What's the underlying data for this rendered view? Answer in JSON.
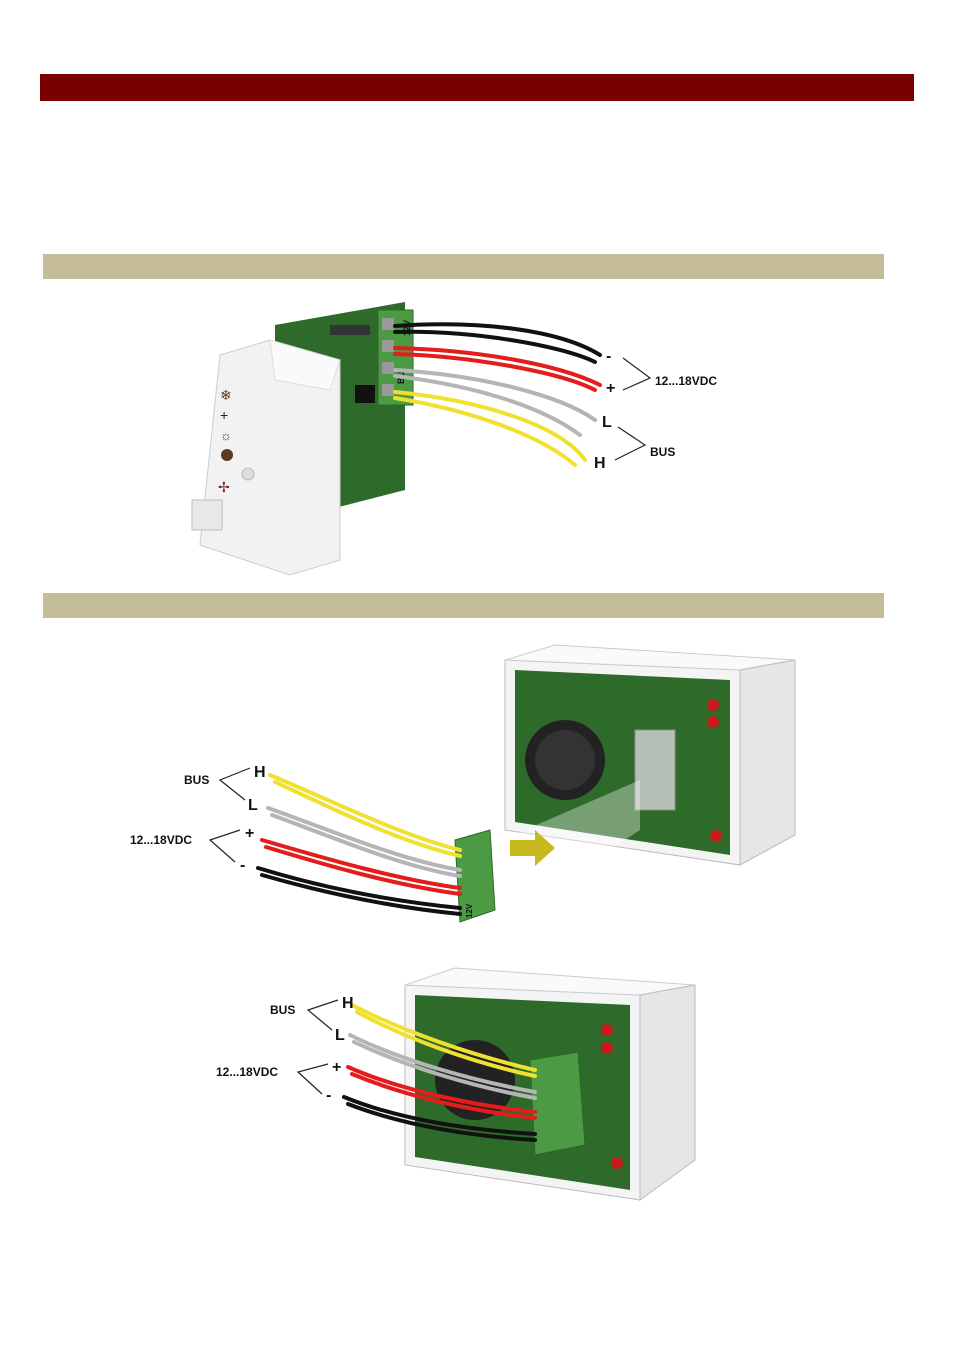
{
  "labels": {
    "minus": "-",
    "plus": "+",
    "L": "L",
    "H": "H",
    "voltage": "12...18VDC",
    "bus": "BUS"
  },
  "terminal": {
    "v12": "12V",
    "minus": "-",
    "plus": "+",
    "L": "L",
    "H": "H",
    "bus": "BU"
  },
  "colors": {
    "header_bar": "#7a0000",
    "section_bar": "#c5bd98",
    "pcb": "#2e6b2a",
    "terminal_block": "#4c9a44",
    "wire_black": "#111111",
    "wire_red": "#e51c1c",
    "wire_grey": "#b5b5b5",
    "wire_yellow": "#f0e030"
  }
}
